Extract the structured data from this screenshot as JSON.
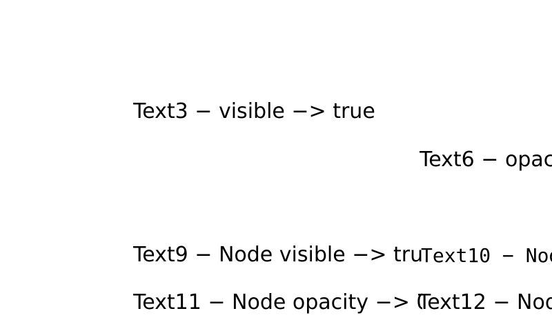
{
  "screen": {
    "background_color": "#ffffff",
    "text_color": "#000000"
  },
  "texts": [
    {
      "id": "Text3",
      "content": "Text3 − visible −> true"
    },
    {
      "id": "Text6",
      "content": "Text6 − opac"
    },
    {
      "id": "Text9",
      "content": "Text9 − Node visible −> tru"
    },
    {
      "id": "Text10",
      "content": "Text10 − Nod"
    },
    {
      "id": "Text11",
      "content": "Text11 − Node opacity −> 0"
    },
    {
      "id": "Text12",
      "content": "Text12 − Nod"
    }
  ]
}
